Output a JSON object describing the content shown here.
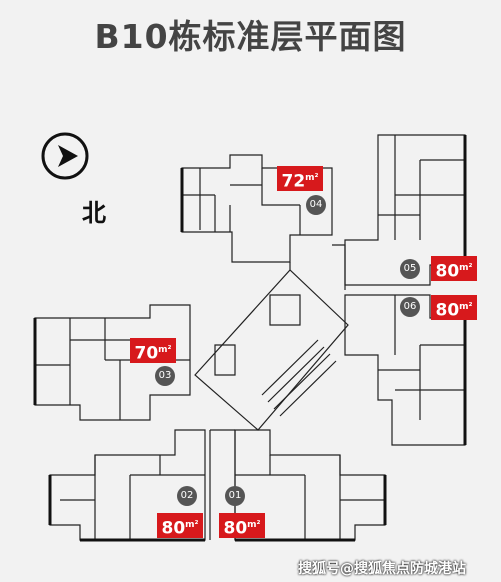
{
  "title": "B10栋标准层平面图",
  "north_label": "北",
  "units": [
    {
      "num": "04",
      "area": "72",
      "unit_suffix": "m²"
    },
    {
      "num": "05",
      "area": "80",
      "unit_suffix": "m²"
    },
    {
      "num": "06",
      "area": "80",
      "unit_suffix": "m²"
    },
    {
      "num": "03",
      "area": "70",
      "unit_suffix": "m²"
    },
    {
      "num": "02",
      "area": "80",
      "unit_suffix": "m²"
    },
    {
      "num": "01",
      "area": "80",
      "unit_suffix": "m²"
    }
  ],
  "watermark": "搜狐号@搜狐焦点防城港站",
  "colors": {
    "tag": "#d7191c",
    "wall": "#111111",
    "background": "#f2f2f2"
  }
}
